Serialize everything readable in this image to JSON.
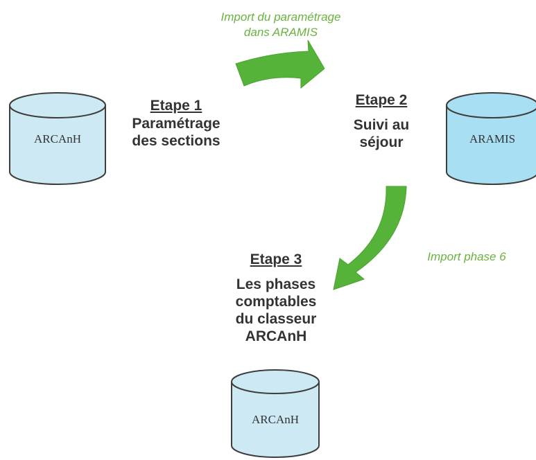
{
  "colors": {
    "arrow_green": "#56b33a",
    "import_text_green": "#6ab23f",
    "db_light_fill": "#cde9f4",
    "db_dark_fill": "#a8dff2",
    "db_stroke": "#3d3d3d"
  },
  "databases": {
    "left": {
      "label": "ARCAnH",
      "icon": "database-icon"
    },
    "right": {
      "label": "ARAMIS",
      "icon": "database-icon"
    },
    "bottom": {
      "label": "ARCAnH",
      "icon": "database-icon"
    }
  },
  "steps": {
    "step1": {
      "title": "Etape 1",
      "lines": [
        "Paramétrage",
        "des sections"
      ]
    },
    "step2": {
      "title": "Etape 2",
      "lines": [
        "Suivi au",
        "séjour"
      ]
    },
    "step3": {
      "title": "Etape 3",
      "lines": [
        "Les phases",
        "comptables",
        "du classeur",
        "ARCAnH"
      ]
    }
  },
  "imports": {
    "top": {
      "lines": [
        "Import du paramétrage",
        "dans ARAMIS"
      ],
      "icon": "curved-arrow-right-icon"
    },
    "right": {
      "lines": [
        "Import phase 6"
      ],
      "icon": "curved-arrow-down-left-icon"
    }
  }
}
